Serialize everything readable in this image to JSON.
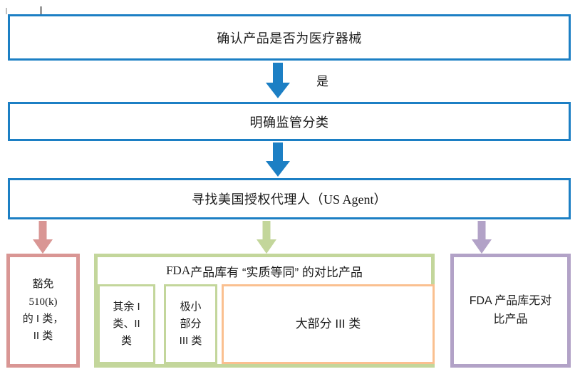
{
  "diagram": {
    "title_flow": "FDA medical device registration pathway flowchart",
    "colors": {
      "process_border": "#1C7FC4",
      "process_arrow": "#1C7FC4",
      "branch_red": "#D99694",
      "branch_green": "#C3D69B",
      "branch_purple": "#B2A2C7",
      "nested_orange": "#FAC090",
      "text": "#1a1a1a",
      "background": "#ffffff"
    },
    "process_steps": [
      {
        "id": "step-1",
        "label": "确认产品是否为医疗器械"
      },
      {
        "id": "step-2",
        "label": "明确监管分类"
      },
      {
        "id": "step-3",
        "label_cn": "寻找美国授权代理人（",
        "label_latin": "US Agent",
        "label_tail": "）"
      }
    ],
    "connectors": [
      {
        "id": "connector-1",
        "label": "是",
        "color": "#1C7FC4"
      },
      {
        "id": "connector-2",
        "label": "",
        "color": "#1C7FC4"
      },
      {
        "id": "branch-arrow-left",
        "label": "",
        "color": "#D99694"
      },
      {
        "id": "branch-arrow-center",
        "label": "",
        "color": "#C3D69B"
      },
      {
        "id": "branch-arrow-right",
        "label": "",
        "color": "#B2A2C7"
      }
    ],
    "outcomes": {
      "left": {
        "id": "outcome-exempt",
        "lines": [
          "豁免",
          "510(k)",
          "的 I 类，",
          "II 类"
        ],
        "line_1": "豁免",
        "line_2": "510(k)",
        "line_3": "的 I 类，",
        "line_4": "II 类",
        "border_color": "#D99694"
      },
      "center": {
        "id": "outcome-substantial-equivalence",
        "header_prefix": "FDA",
        "header_rest": " 产品库有 “实质等同” 的对比产品",
        "cells": [
          {
            "id": "cell-other-class-1-2",
            "line_1": "其余 I",
            "line_2": "类、II",
            "line_3": "类",
            "border_color": "#C3D69B"
          },
          {
            "id": "cell-small-part-class-3",
            "line_1": "极小",
            "line_2": "部分",
            "line_3": "III 类",
            "border_color": "#C3D69B"
          },
          {
            "id": "cell-most-class-3",
            "line_1": "大部分 III 类",
            "border_color": "#FAC090"
          }
        ]
      },
      "right": {
        "id": "outcome-no-predicate",
        "line_1": "FDA 产品库无对",
        "line_2": "比产品",
        "border_color": "#B2A2C7"
      }
    }
  }
}
